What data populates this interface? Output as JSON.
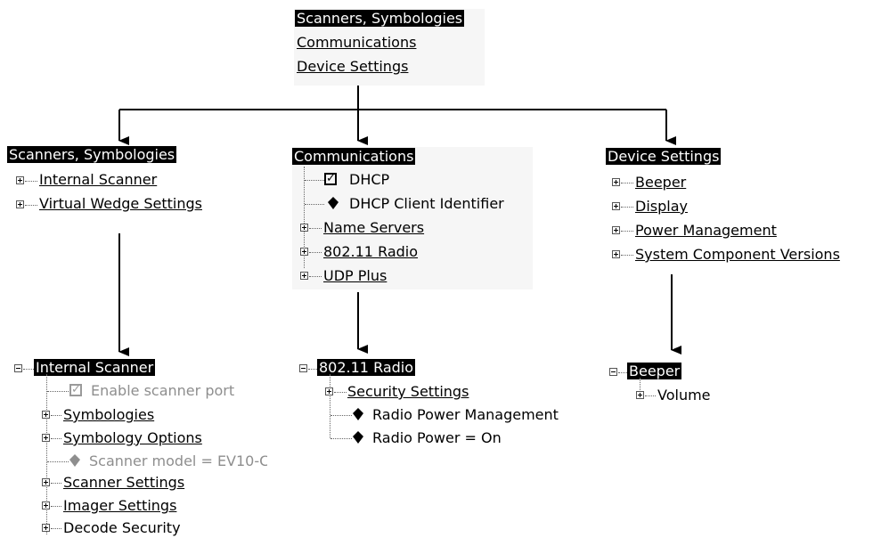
{
  "top_menu": {
    "selected": "Scanners, Symbologies",
    "items": [
      "Communications",
      "Device Settings"
    ]
  },
  "scanners_panel": {
    "title": "Scanners, Symbologies",
    "items": [
      "Internal Scanner",
      "Virtual Wedge Settings"
    ]
  },
  "communications_panel": {
    "title": "Communications",
    "dhcp_label": "DHCP",
    "dhcp_checked": true,
    "dhcp_client_identifier": "DHCP Client Identifier",
    "items": [
      "Name Servers",
      "802.11 Radio",
      "UDP Plus"
    ]
  },
  "device_settings_panel": {
    "title": "Device Settings",
    "items": [
      "Beeper",
      "Display",
      "Power Management",
      "System Component Versions"
    ]
  },
  "internal_scanner_tree": {
    "title": "Internal Scanner",
    "enable_port": "Enable scanner port",
    "symbologies": "Symbologies",
    "symbology_options": "Symbology Options",
    "scanner_model": "Scanner model = EV10-C",
    "scanner_settings": "Scanner Settings",
    "imager_settings": "Imager Settings",
    "decode_security": "Decode Security"
  },
  "radio_tree": {
    "title": "802.11 Radio",
    "security_settings": "Security Settings",
    "radio_power_management": "Radio Power Management",
    "radio_power": "Radio Power = On"
  },
  "beeper_tree": {
    "title": "Beeper",
    "volume": "Volume"
  }
}
